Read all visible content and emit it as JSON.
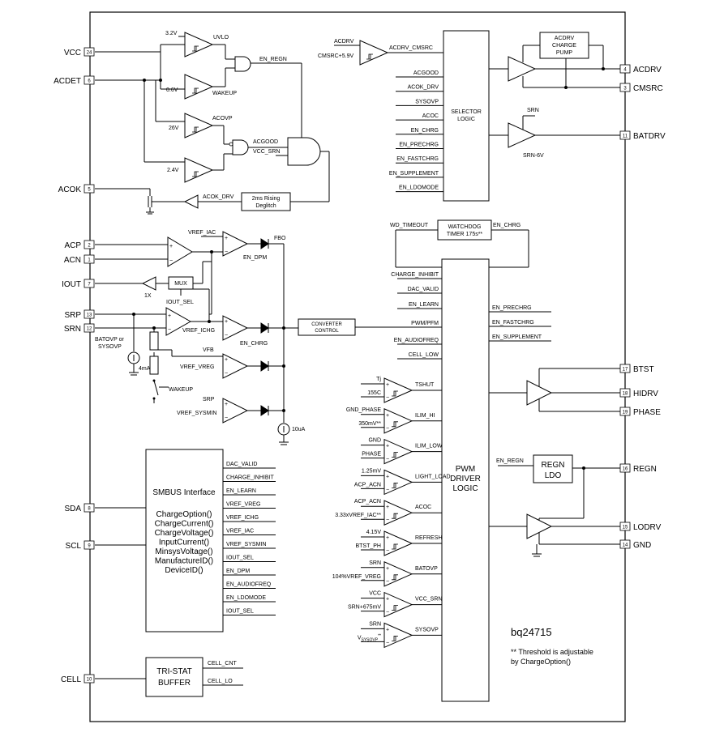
{
  "chip": {
    "name": "bq24715",
    "note_line1": "** Threshold is adjustable",
    "note_line2": "by ChargeOption()"
  },
  "pins_left": [
    {
      "name": "VCC",
      "num": "24"
    },
    {
      "name": "ACDET",
      "num": "6"
    },
    {
      "name": "ACOK",
      "num": "5"
    },
    {
      "name": "ACP",
      "num": "2"
    },
    {
      "name": "ACN",
      "num": "1"
    },
    {
      "name": "IOUT",
      "num": "7"
    },
    {
      "name": "SRP",
      "num": "13"
    },
    {
      "name": "SRN",
      "num": "12"
    },
    {
      "name": "SDA",
      "num": "8"
    },
    {
      "name": "SCL",
      "num": "9"
    },
    {
      "name": "CELL",
      "num": "10"
    }
  ],
  "pins_right": [
    {
      "name": "ACDRV",
      "num": "4"
    },
    {
      "name": "CMSRC",
      "num": "3"
    },
    {
      "name": "BATDRV",
      "num": "11"
    },
    {
      "name": "BTST",
      "num": "17"
    },
    {
      "name": "HIDRV",
      "num": "18"
    },
    {
      "name": "PHASE",
      "num": "19"
    },
    {
      "name": "REGN",
      "num": "16"
    },
    {
      "name": "LODRV",
      "num": "15"
    },
    {
      "name": "GND",
      "num": "14"
    }
  ],
  "uvlo": {
    "ref_uvlo": "3.2V",
    "label_uvlo": "UVLO",
    "ref_wakeup": "0.6V",
    "label_wakeup": "WAKEUP",
    "ref_acovp": "26V",
    "label_acovp": "ACOVP",
    "ref_24": "2.4V",
    "en_regn": "EN_REGN",
    "acgood": "ACGOOD",
    "vcc_srn": "VCC_SRN",
    "acok_drv": "ACOK_DRV",
    "deglitch_1": "2ms Rising",
    "deglitch_2": "Deglitch"
  },
  "acdrv_block": {
    "in_acdrv": "ACDRV",
    "in_cmsrc": "CMSRC+5.9V",
    "out": "ACDRV_CMSRC",
    "pump_1": "ACDRV",
    "pump_2": "CHARGE",
    "pump_3": "PUMP",
    "batdrv_srn": "SRN",
    "batdrv_srn6": "SRN-6V"
  },
  "selector": {
    "title_1": "SELECTOR",
    "title_2": "LOGIC",
    "inputs": [
      "ACGOOD",
      "ACOK_DRV",
      "SYSOVP",
      "ACOC",
      "EN_CHRG",
      "EN_PRECHRG",
      "EN_FASTCHRG",
      "EN_SUPPLEMENT",
      "EN_LDOMODE"
    ]
  },
  "watchdog": {
    "title_1": "WATCHDOG",
    "title_2": "TIMER 175s**",
    "in": "WD_TIMEOUT",
    "out": "EN_CHRG"
  },
  "pwm": {
    "title_1": "PWM",
    "title_2": "DRIVER",
    "title_3": "LOGIC",
    "inputs": [
      "CHARGE_INHIBIT",
      "DAC_VALID",
      "EN_LEARN",
      "PWM/PFM",
      "EN_AUDIOFREQ",
      "CELL_LOW"
    ],
    "outputs": [
      "EN_PRECHRG",
      "EN_FASTCHRG",
      "EN_SUPPLEMENT"
    ]
  },
  "comparators": [
    {
      "in1": "Tj",
      "in2": "155C",
      "out": "TSHUT"
    },
    {
      "in1": "GND_PHASE",
      "in2": "350mV**",
      "out": "ILIM_HI"
    },
    {
      "in1": "GND",
      "in2": "PHASE",
      "out": "ILIM_LOW"
    },
    {
      "in1": "1.25mV",
      "in2": "ACP_ACN",
      "out": "LIGHT_LOAD"
    },
    {
      "in1": "ACP_ACN",
      "in2": "3.33xVREF_IAC**",
      "out": "ACOC"
    },
    {
      "in1": "4.15V",
      "in2": "BTST_PH",
      "out": "REFRESH"
    },
    {
      "in1": "SRN",
      "in2": "104%VREF_VREG",
      "out": "BATOVP"
    },
    {
      "in1": "VCC",
      "in2": "SRN+675mV",
      "out": "VCC_SRN"
    },
    {
      "in1": "SRN",
      "in2_main": "V",
      "in2_sub": "SYSOVP",
      "in2_sup": "**",
      "out": "SYSOVP"
    }
  ],
  "regulation": {
    "vref_iac": "VREF_IAC",
    "fbo": "FBO",
    "en_dpm": "EN_DPM",
    "mux": "MUX",
    "gain": "1X",
    "iout_sel": "IOUT_SEL",
    "vref_ichg": "VREF_ICHG",
    "en_chrg": "EN_CHRG",
    "vfb": "VFB",
    "vref_vreg": "VREF_VREG",
    "srp": "SRP",
    "vref_sysmin": "VREF_SYSMIN",
    "batovp_1": "BATOVP or",
    "batovp_2": "SYSOVP",
    "isrc": "4mA",
    "wakeup": "WAKEUP",
    "isrc_10": "10uA",
    "converter_1": "CONVERTER",
    "converter_2": "CONTROL",
    "pwm_pfm": "PWM/PFM"
  },
  "smbus": {
    "title": "SMBUS Interface",
    "commands": [
      "ChargeOption()",
      "ChargeCurrent()",
      "ChargeVoltage()",
      "InputCurrent()",
      "MinsysVoltage()",
      "ManufactureID()",
      "DeviceID()"
    ],
    "signals": [
      "DAC_VALID",
      "CHARGE_INHIBIT",
      "EN_LEARN",
      "VREF_VREG",
      "VREF_ICHG",
      "VREF_IAC",
      "VREF_SYSMIN",
      "IOUT_SEL",
      "EN_DPM",
      "EN_AUDIOFREQ",
      "EN_LDOMODE",
      "IOUT_SEL"
    ]
  },
  "tristate": {
    "title_1": "TRI-STAT",
    "title_2": "BUFFER",
    "out1": "CELL_CNT",
    "out2": "CELL_LO"
  },
  "regn_ldo": {
    "title_1": "REGN",
    "title_2": "LDO",
    "en": "EN_REGN"
  }
}
